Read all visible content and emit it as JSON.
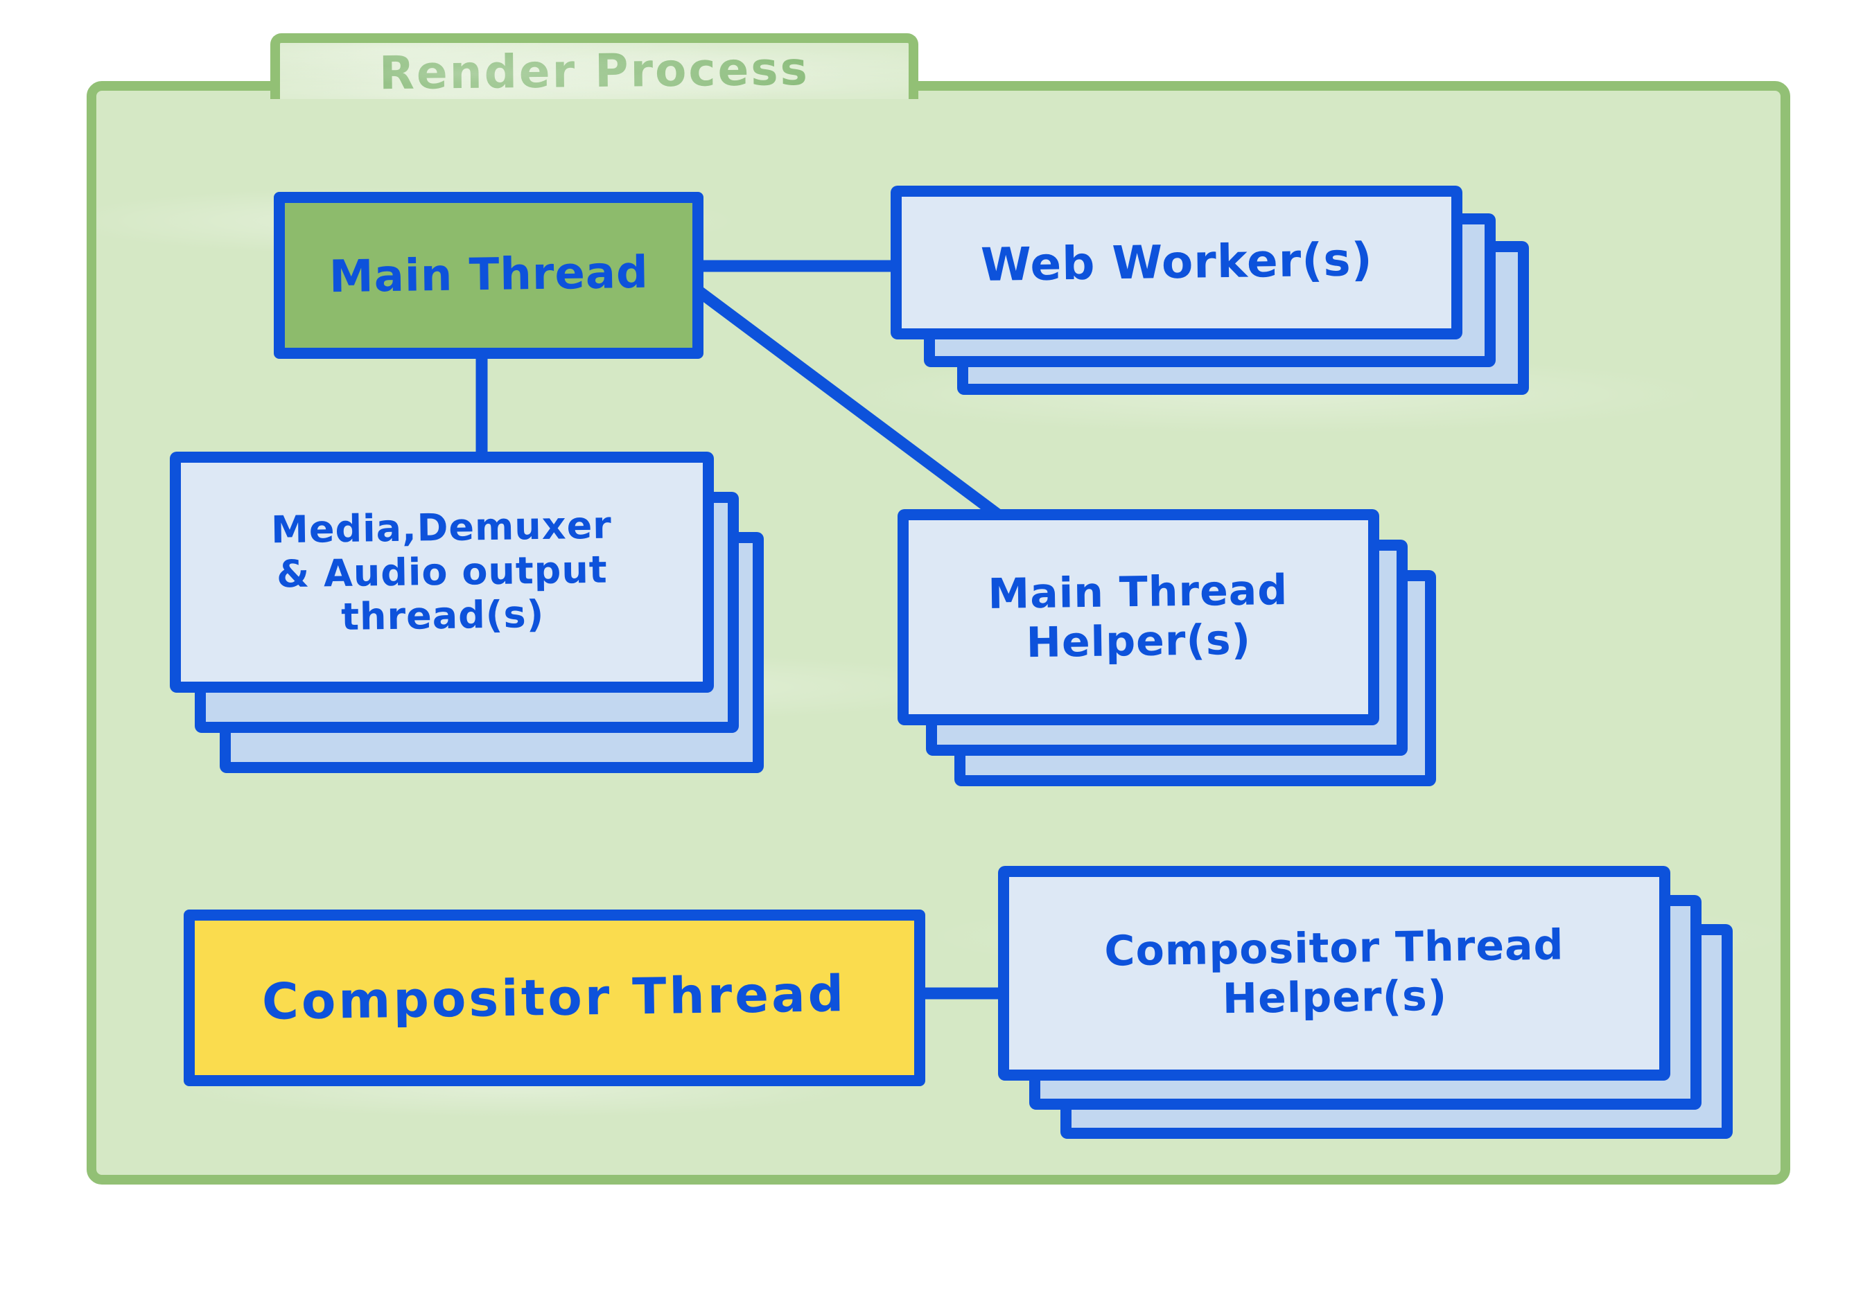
{
  "diagram": {
    "title": "Render Process",
    "nodes": {
      "main_thread": {
        "label": "Main Thread",
        "type": "single"
      },
      "web_workers": {
        "label": "Web Worker(s)",
        "type": "stack"
      },
      "media_threads": {
        "label": "Media,Demuxer\n& Audio output\nthread(s)",
        "type": "stack"
      },
      "main_thread_helpers": {
        "label": "Main Thread\nHelper(s)",
        "type": "stack"
      },
      "compositor_thread": {
        "label": "Compositor Thread",
        "type": "single"
      },
      "compositor_thread_helpers": {
        "label": "Compositor Thread\nHelper(s)",
        "type": "stack"
      }
    },
    "connections": [
      {
        "from": "main_thread",
        "to": "web_workers"
      },
      {
        "from": "main_thread",
        "to": "media_threads"
      },
      {
        "from": "main_thread",
        "to": "main_thread_helpers"
      },
      {
        "from": "compositor_thread",
        "to": "compositor_thread_helpers"
      }
    ],
    "colors": {
      "canvas_background": "#ffffff",
      "process_fill": "#d5e8c5",
      "process_border": "#92c075",
      "title_text": "#5aa044",
      "connector_blue": "#0d52db",
      "card_fill": "#dde8f5",
      "card_back_fill": "#c2d7f0",
      "main_thread_fill": "#8dbb6c",
      "compositor_fill": "#fadc4e"
    }
  }
}
